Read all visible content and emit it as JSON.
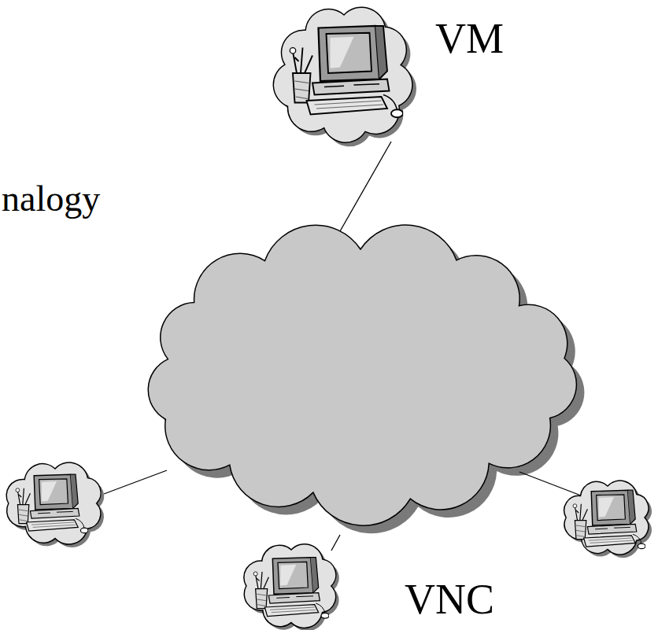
{
  "diagram": {
    "nodes": [
      {
        "text": [
          "VM"
        ]
      },
      {
        "text": [
          "VNC"
        ]
      }
    ],
    "labels": [
      "nalogy"
    ]
  }
}
